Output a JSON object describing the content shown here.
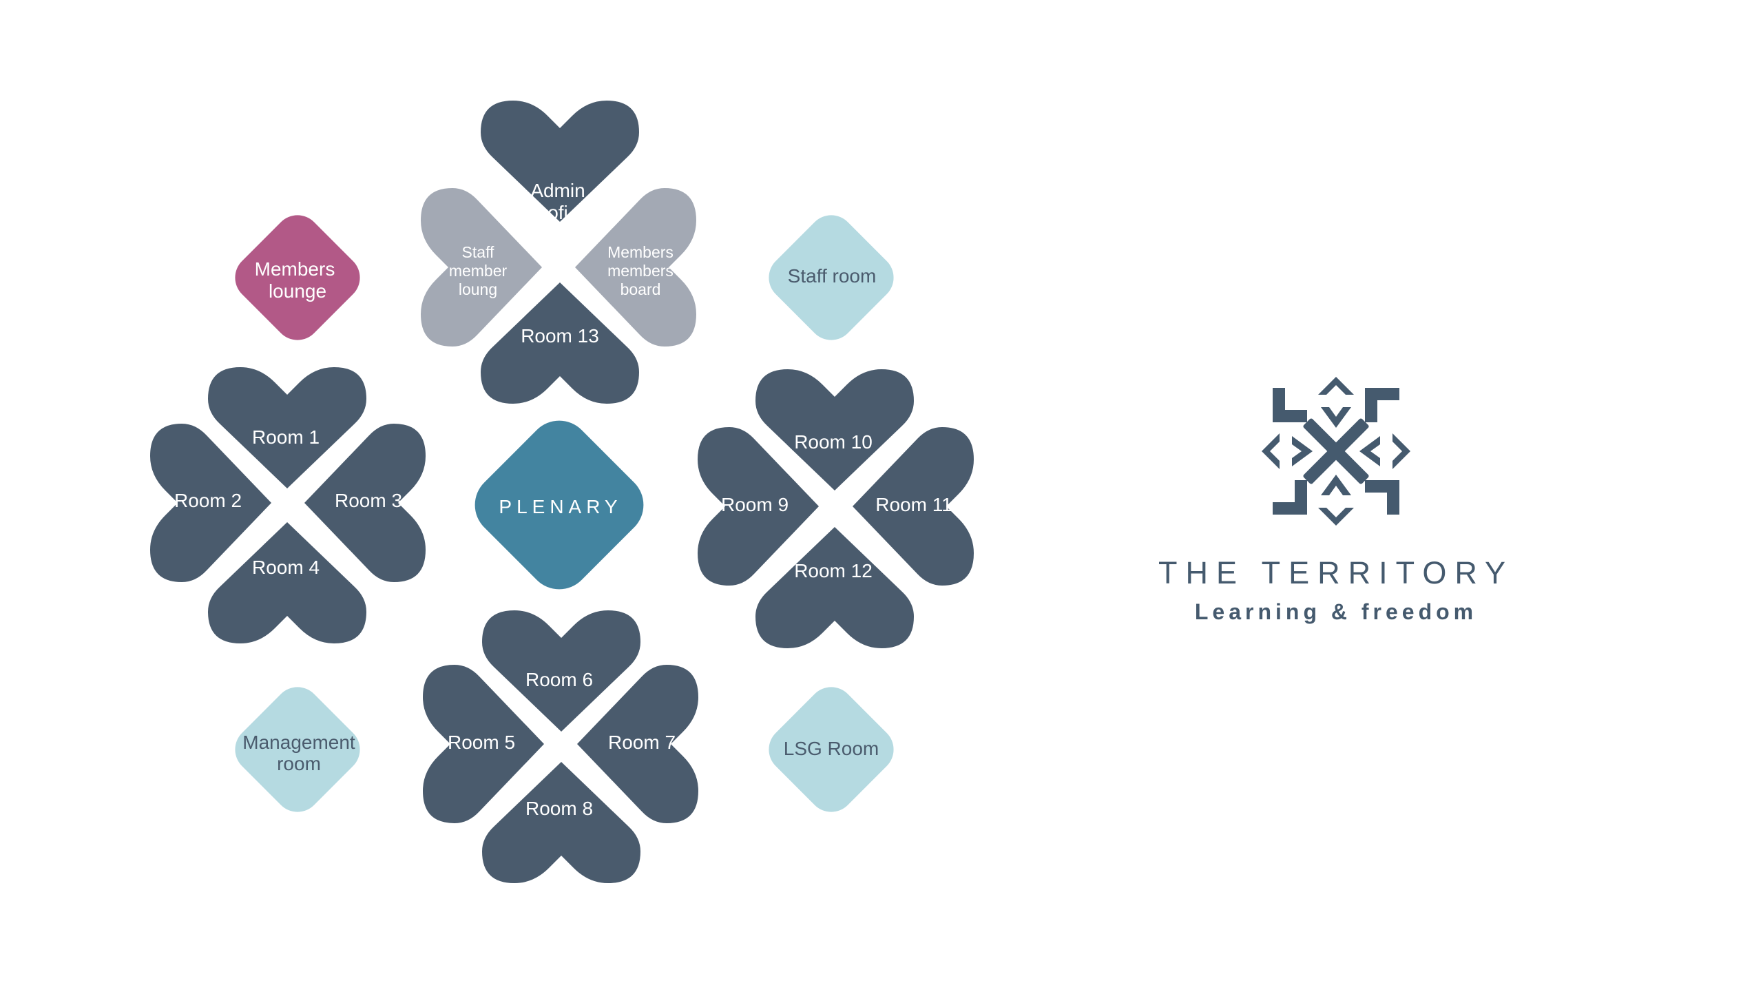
{
  "colors": {
    "room": "#4a5b6d",
    "side": "#a3a9b4",
    "members_lounge": "#b25987",
    "light": "#b5dae1",
    "light_text": "#4a5b6d",
    "plenary": "#4384a0",
    "brand": "#455a6e"
  },
  "plenary": {
    "label": "PLENARY"
  },
  "rooms": {
    "admin": [
      "Admin",
      "ofi"
    ],
    "room13": "Room 13",
    "staff_lounge": [
      "Staff",
      "member",
      "loung"
    ],
    "members_board": [
      "Members",
      "members",
      "board"
    ],
    "room1": "Room 1",
    "room2": "Room 2",
    "room3": "Room 3",
    "room4": "Room 4",
    "room5": "Room 5",
    "room6": "Room 6",
    "room7": "Room 7",
    "room8": "Room 8",
    "room9": "Room 9",
    "room10": "Room 10",
    "room11": "Room 11",
    "room12": "Room 12",
    "members_lounge": [
      "Members",
      "lounge"
    ],
    "staff_room": "Staff room",
    "management_room": [
      "Management",
      "room"
    ],
    "lsg_room": "LSG Room"
  },
  "brand": {
    "name": "THE TERRITORY",
    "tagline": "Learning & freedom",
    "logo_icon": "snowflake-chevron-logo"
  }
}
